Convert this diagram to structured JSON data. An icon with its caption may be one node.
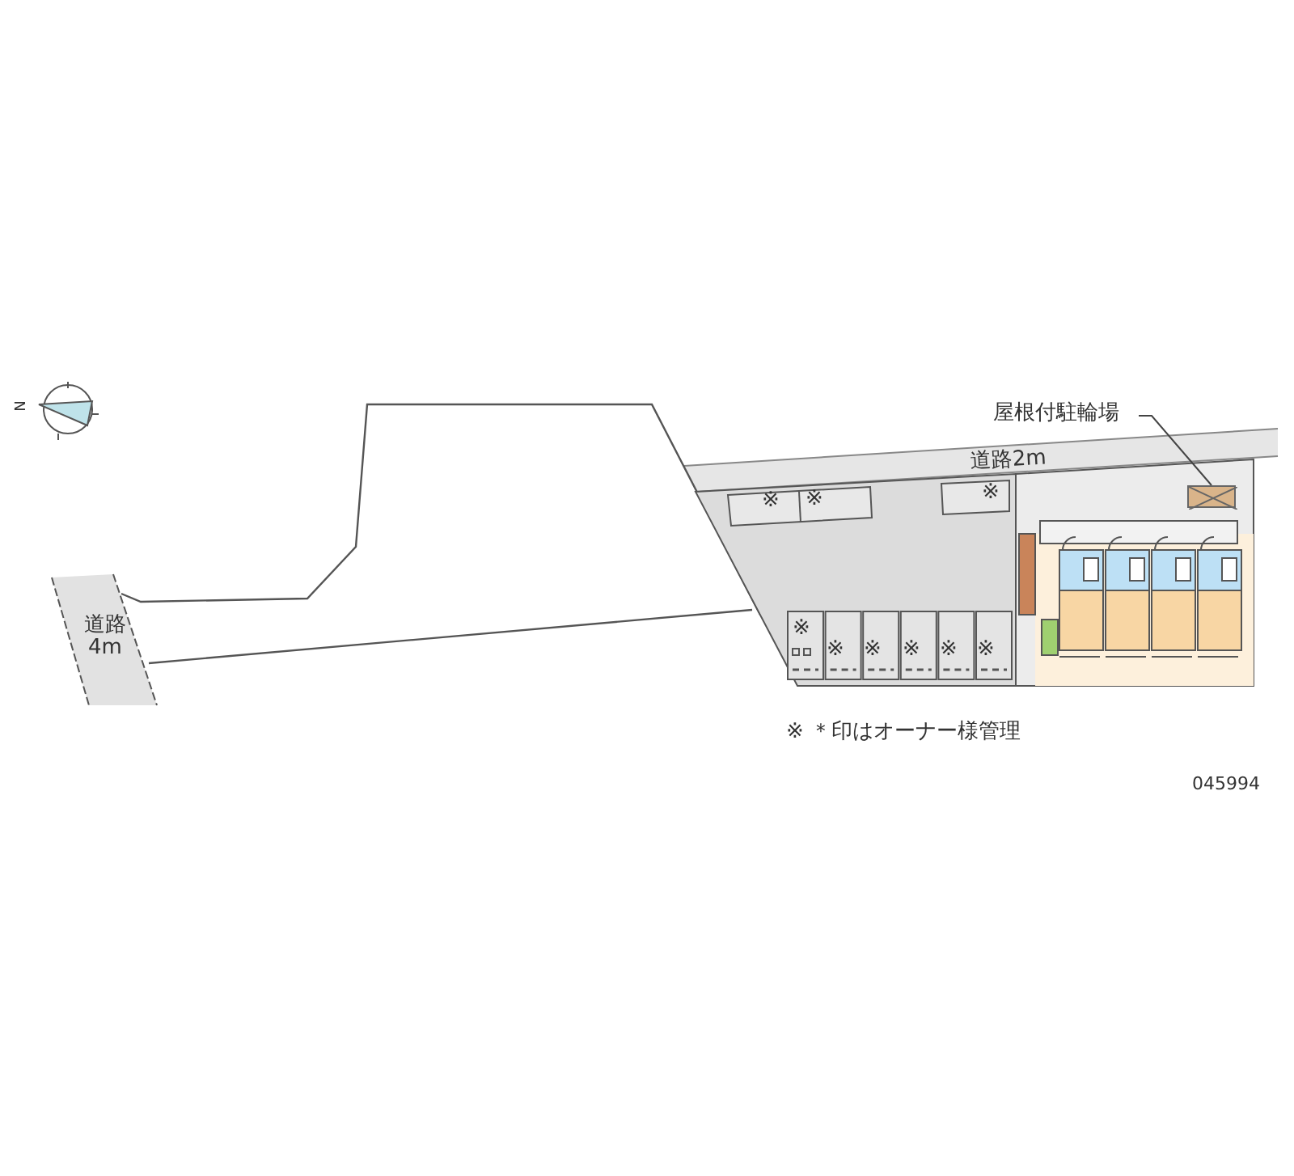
{
  "diagram": {
    "nodes": [
      {
        "text": [
          "屋根付駐輪場"
        ]
      },
      {
        "text": [],
        "shape": "box"
      }
    ],
    "edges": [
      {
        "from": 0,
        "to": 1,
        "arrow": "none"
      }
    ],
    "labels": [
      "N",
      "道路2m",
      "※",
      "※",
      "※",
      "道路4m",
      "※",
      "※",
      "※",
      "※",
      "※",
      "※",
      "※ ＊印はオーナー様管理",
      "045994"
    ]
  }
}
